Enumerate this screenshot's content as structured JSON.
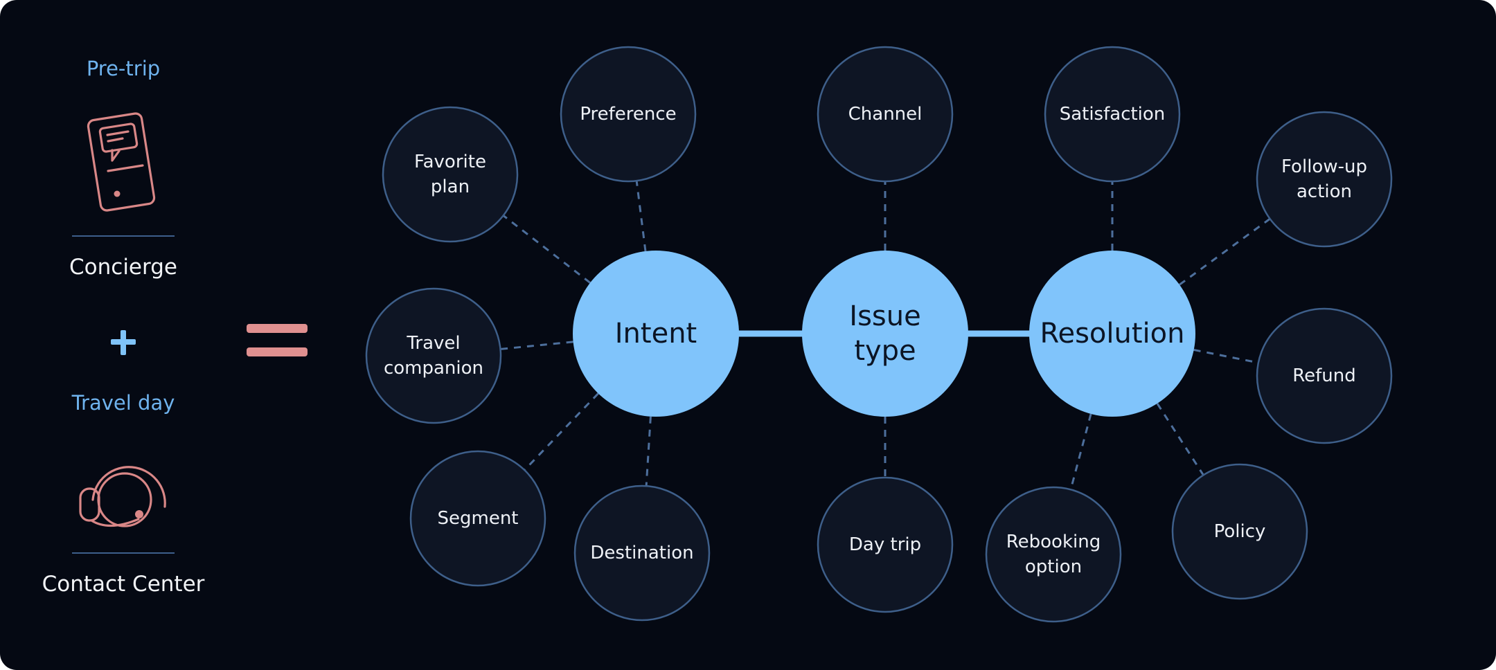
{
  "legend": {
    "pretrip_label": "Pre-trip",
    "concierge_label": "Concierge",
    "travelday_label": "Travel day",
    "contact_center_label": "Contact Center"
  },
  "icons": {
    "phone": "phone-chat-icon",
    "headset": "headset-icon"
  },
  "colors": {
    "background": "#050913",
    "hub_fill": "#80c4fb",
    "hub_text": "#0b1424",
    "leaf_fill": "#0e1524",
    "leaf_stroke": "#3e5f8a",
    "leaf_text": "#eef1f6",
    "accent_blue": "#6fb3ee",
    "icon_pink": "#d98787",
    "connector": "#80c4fb",
    "dash": "#4d6f9c"
  },
  "hubs": [
    {
      "id": "intent",
      "lines": [
        "Intent"
      ]
    },
    {
      "id": "issue",
      "lines": [
        "Issue",
        "type"
      ]
    },
    {
      "id": "resolution",
      "lines": [
        "Resolution"
      ]
    }
  ],
  "leaves": [
    {
      "id": "favorite-plan",
      "hub": "intent",
      "lines": [
        "Favorite",
        "plan"
      ]
    },
    {
      "id": "preference",
      "hub": "intent",
      "lines": [
        "Preference"
      ]
    },
    {
      "id": "travel-companion",
      "hub": "intent",
      "lines": [
        "Travel",
        "companion"
      ]
    },
    {
      "id": "segment",
      "hub": "intent",
      "lines": [
        "Segment"
      ]
    },
    {
      "id": "destination",
      "hub": "intent",
      "lines": [
        "Destination"
      ]
    },
    {
      "id": "channel",
      "hub": "issue",
      "lines": [
        "Channel"
      ]
    },
    {
      "id": "day-trip",
      "hub": "issue",
      "lines": [
        "Day trip"
      ]
    },
    {
      "id": "satisfaction",
      "hub": "resolution",
      "lines": [
        "Satisfaction"
      ]
    },
    {
      "id": "follow-up-action",
      "hub": "resolution",
      "lines": [
        "Follow-up",
        "action"
      ]
    },
    {
      "id": "refund",
      "hub": "resolution",
      "lines": [
        "Refund"
      ]
    },
    {
      "id": "policy",
      "hub": "resolution",
      "lines": [
        "Policy"
      ]
    },
    {
      "id": "rebooking-option",
      "hub": "resolution",
      "lines": [
        "Rebooking",
        "option"
      ]
    }
  ]
}
